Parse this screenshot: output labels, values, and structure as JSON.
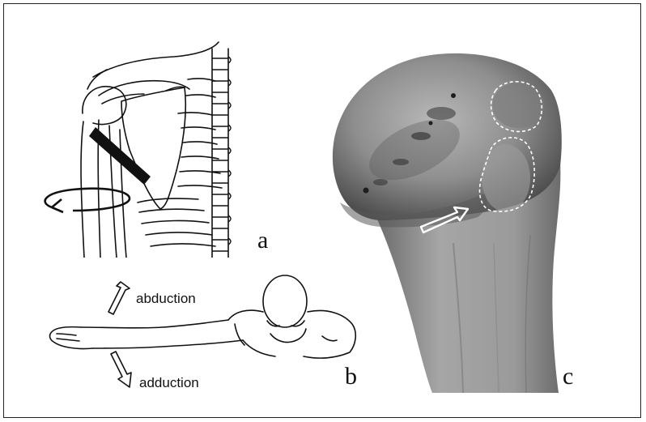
{
  "figure": {
    "panel_a": {
      "label": "a"
    },
    "panel_b": {
      "label": "b",
      "abduction_label": "abduction",
      "adduction_label": "adduction"
    },
    "panel_c": {
      "label": "c"
    },
    "colors": {
      "line": "#111111",
      "bone_light": "#d2d2d2",
      "bone_dark": "#4a4a4a",
      "dashed_outline": "#ffffff"
    }
  }
}
